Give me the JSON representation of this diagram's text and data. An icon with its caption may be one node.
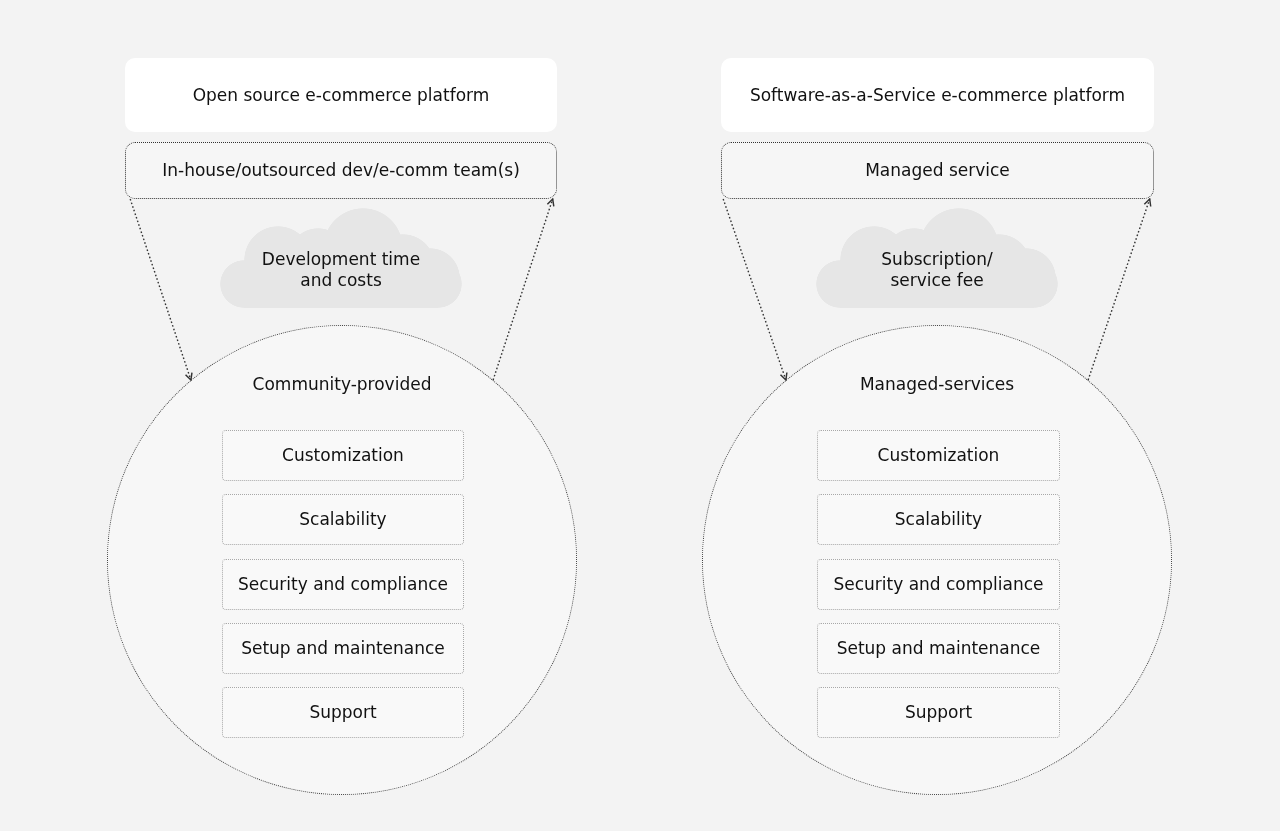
{
  "diagram": {
    "nodes": [
      {
        "text": [
          "Open source e-commerce platform"
        ]
      },
      {
        "text": [
          "In-house/outsourced dev/e-comm team(s)"
        ]
      },
      {
        "text": [
          "Development time and costs"
        ]
      },
      {
        "text": [
          "Community-provided"
        ]
      },
      {
        "text": [
          "Customization"
        ],
        "in": 3
      },
      {
        "text": [
          "Scalability"
        ],
        "in": 3
      },
      {
        "text": [
          "Security and compliance"
        ],
        "in": 3
      },
      {
        "text": [
          "Setup and maintenance"
        ],
        "in": 3
      },
      {
        "text": [
          "Support"
        ],
        "in": 3
      },
      {
        "text": [
          "Software-as-a-Service e-commerce platform"
        ]
      },
      {
        "text": [
          "Managed service"
        ]
      },
      {
        "text": [
          "Subscription/ service fee"
        ]
      },
      {
        "text": [
          "Managed-services"
        ]
      },
      {
        "text": [
          "Customization"
        ],
        "in": 12
      },
      {
        "text": [
          "Scalability"
        ],
        "in": 12
      },
      {
        "text": [
          "Security and compliance"
        ],
        "in": 12
      },
      {
        "text": [
          "Setup and maintenance"
        ],
        "in": 12
      },
      {
        "text": [
          "Support"
        ],
        "in": 12
      }
    ],
    "edges": [
      {
        "from": 1,
        "to": 3,
        "arrow": "to",
        "style": "dashed"
      },
      {
        "from": 3,
        "to": 1,
        "arrow": "to",
        "style": "dashed"
      },
      {
        "from": 10,
        "to": 12,
        "arrow": "to",
        "style": "dashed"
      },
      {
        "from": 12,
        "to": 10,
        "arrow": "to",
        "style": "dashed"
      }
    ]
  }
}
